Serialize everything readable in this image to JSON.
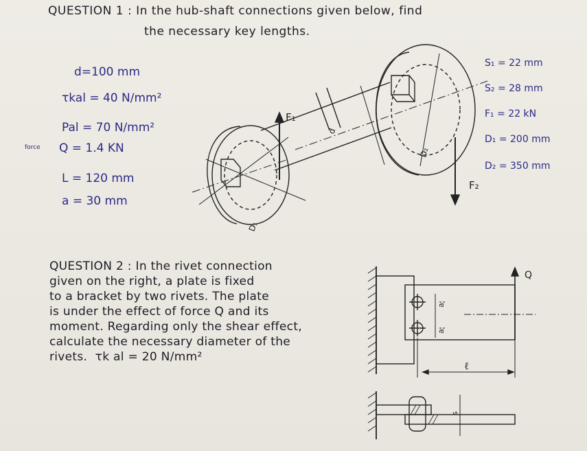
{
  "question1": {
    "line1": "QUESTION 1 : In the hub-shaft connections given below, find",
    "line2": "the necessary key lengths."
  },
  "given_left": {
    "d": "d=100 mm",
    "tau": "τkal = 40 N/mm²",
    "p": "Pal = 70 N/mm²",
    "force_label": "force",
    "q": "Q = 1.4 KN",
    "l": "L = 120 mm",
    "a": "a = 30 mm"
  },
  "given_right": {
    "s1": "S₁ = 22 mm",
    "s2": "S₂ = 28 mm",
    "f1": "F₁ = 22 kN",
    "d1": "D₁ = 200 mm",
    "d2": "D₂ = 350 mm"
  },
  "figure1_labels": {
    "f1": "F₁",
    "f2": "F₂",
    "d": "d",
    "D1": "D₁",
    "D2": "D₂"
  },
  "question2": {
    "text": "QUESTION 2 : In the rivet connection\ngiven on the right, a plate is fixed\nto a bracket by two rivets. The plate\nis under the effect of force Q and its\nmoment. Regarding only the shear effect,\ncalculate the necessary diameter of the\nrivets.  τk al = 20 N/mm²"
  },
  "figure2_labels": {
    "q": "Q",
    "l": "ℓ",
    "a1": "a",
    "a2": "a",
    "s": "s"
  }
}
